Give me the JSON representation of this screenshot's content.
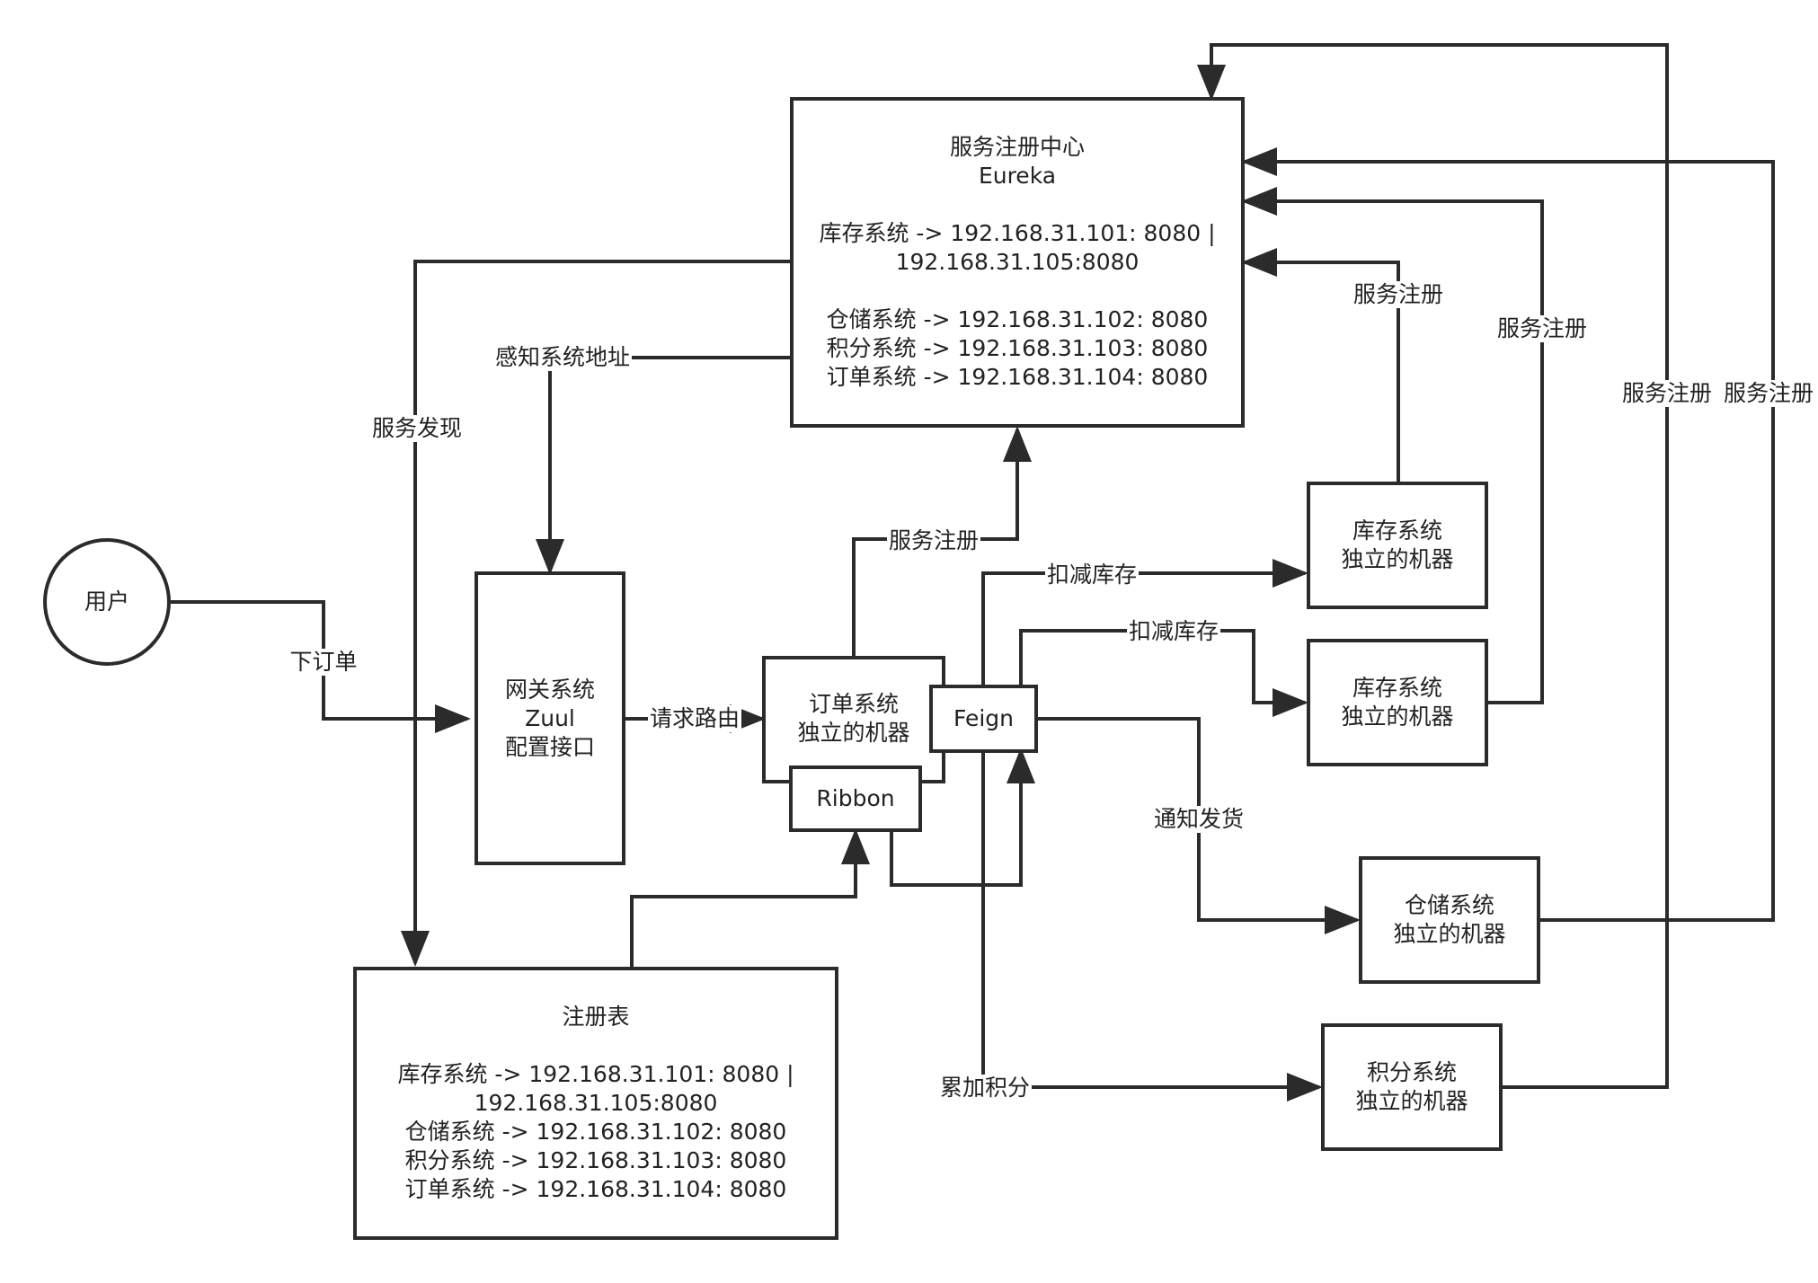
{
  "nodes": {
    "eureka": {
      "lines": [
        "服务注册中心",
        "Eureka",
        "",
        "库存系统 -> 192.168.31.101: 8080 |",
        "192.168.31.105:8080",
        "",
        "仓储系统 -> 192.168.31.102: 8080",
        "积分系统 -> 192.168.31.103: 8080",
        "订单系统 -> 192.168.31.104: 8080"
      ]
    },
    "user": {
      "label": "用户"
    },
    "gateway": {
      "lines": [
        "网关系统",
        "Zuul",
        "配置接口"
      ]
    },
    "order": {
      "lines": [
        "订单系统",
        "独立的机器"
      ]
    },
    "ribbon": {
      "label": "Ribbon"
    },
    "feign": {
      "label": "Feign"
    },
    "inventory1": {
      "lines": [
        "库存系统",
        "独立的机器"
      ]
    },
    "inventory2": {
      "lines": [
        "库存系统",
        "独立的机器"
      ]
    },
    "warehouse": {
      "lines": [
        "仓储系统",
        "独立的机器"
      ]
    },
    "points": {
      "lines": [
        "积分系统",
        "独立的机器"
      ]
    },
    "registry": {
      "lines": [
        "注册表",
        "",
        "库存系统 -> 192.168.31.101: 8080 |",
        "192.168.31.105:8080",
        "仓储系统 -> 192.168.31.102: 8080",
        "积分系统 -> 192.168.31.103: 8080",
        "订单系统 -> 192.168.31.104: 8080"
      ]
    }
  },
  "edge_labels": {
    "place_order": "下订单",
    "request_routing": "请求路由",
    "perceive_address": "感知系统地址",
    "service_discovery": "服务发现",
    "order_register": "服务注册",
    "deduct_stock_1": "扣减库存",
    "deduct_stock_2": "扣减库存",
    "notify_ship": "通知发货",
    "add_points": "累加积分",
    "inv1_register": "服务注册",
    "inv2_register": "服务注册",
    "points_register": "服务注册",
    "warehouse_register": "服务注册"
  }
}
